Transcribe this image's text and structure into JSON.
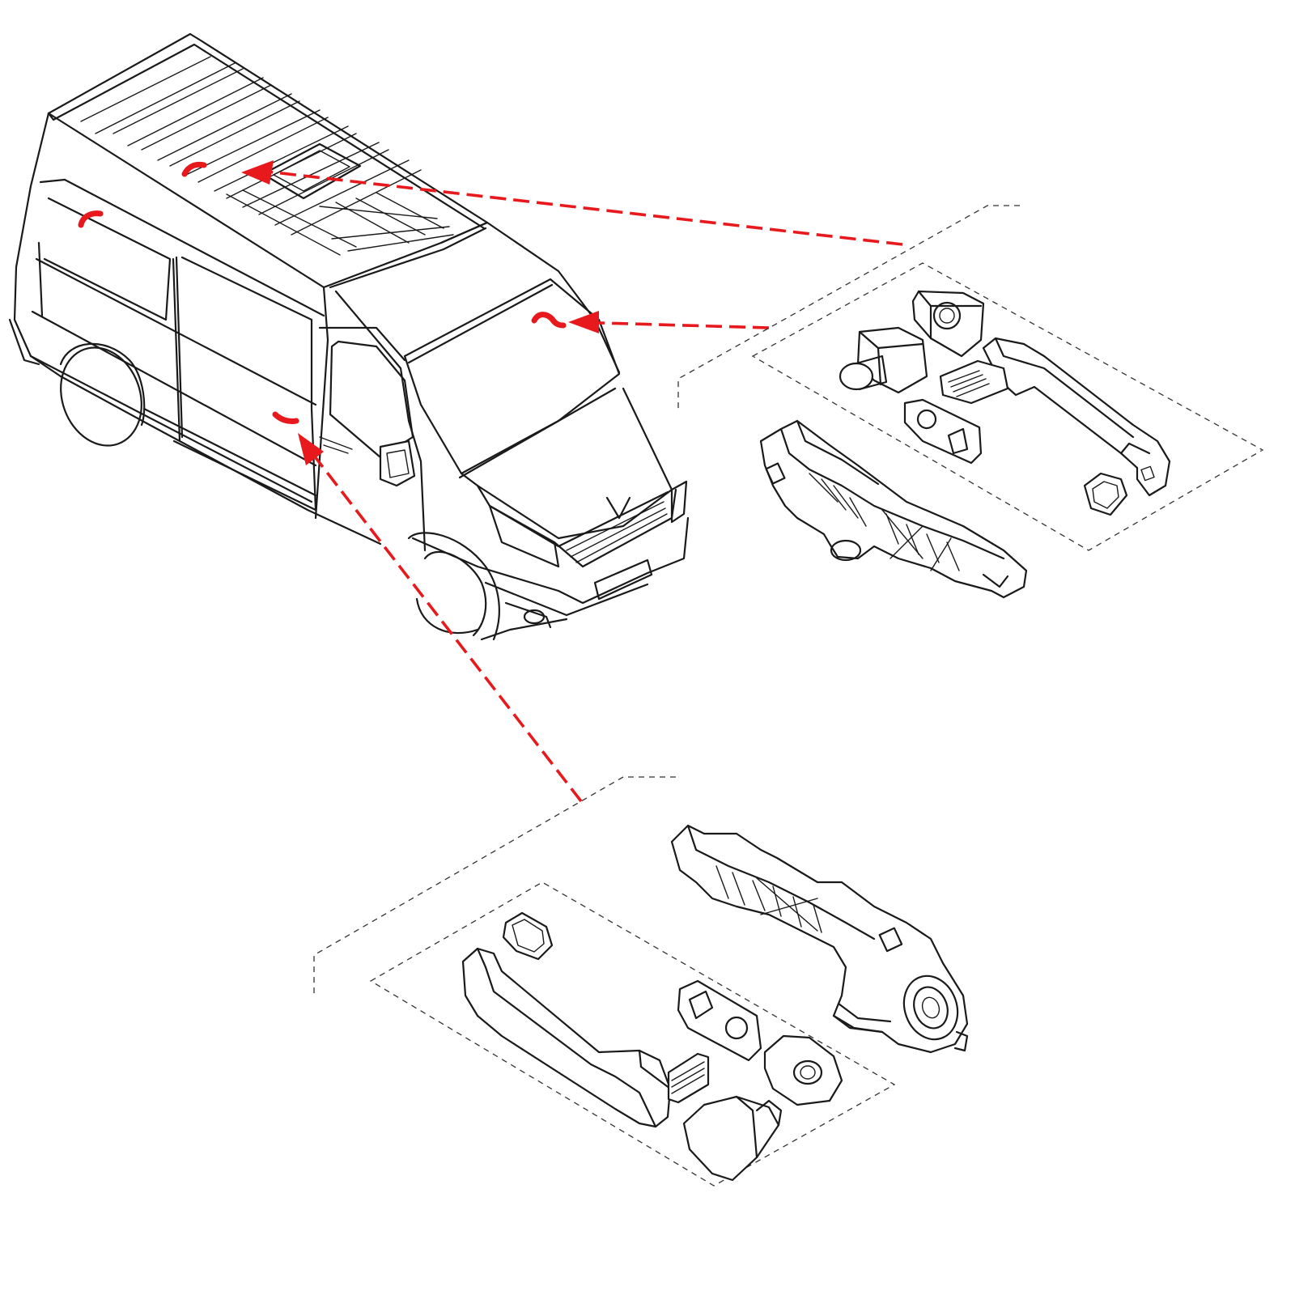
{
  "diagram": {
    "subject": "van-exterior-door-handle-locations",
    "accent_color": "#e8191c",
    "line_color": "#1a1a1a",
    "background_color": "#ffffff",
    "markers": [
      {
        "name": "rear-upper-handle-marker",
        "group": "upper-right-parts-group"
      },
      {
        "name": "rear-side-handle-marker",
        "group": "none"
      },
      {
        "name": "front-door-handle-marker",
        "group": "upper-right-parts-group"
      },
      {
        "name": "sliding-door-handle-marker",
        "group": "lower-parts-group"
      }
    ],
    "groups": [
      {
        "name": "upper-right-parts-group",
        "parts": [
          "lock-cylinder-cap",
          "lock-cylinder",
          "handle-grip",
          "handle-gasket-front",
          "handle-gasket-rear",
          "handle-carrier-frame"
        ]
      },
      {
        "name": "lower-parts-group",
        "parts": [
          "handle-gasket-rear",
          "handle-grip",
          "handle-gasket-front",
          "lock-cylinder-cap",
          "handle-end-cap",
          "handle-carrier-frame"
        ]
      }
    ]
  }
}
